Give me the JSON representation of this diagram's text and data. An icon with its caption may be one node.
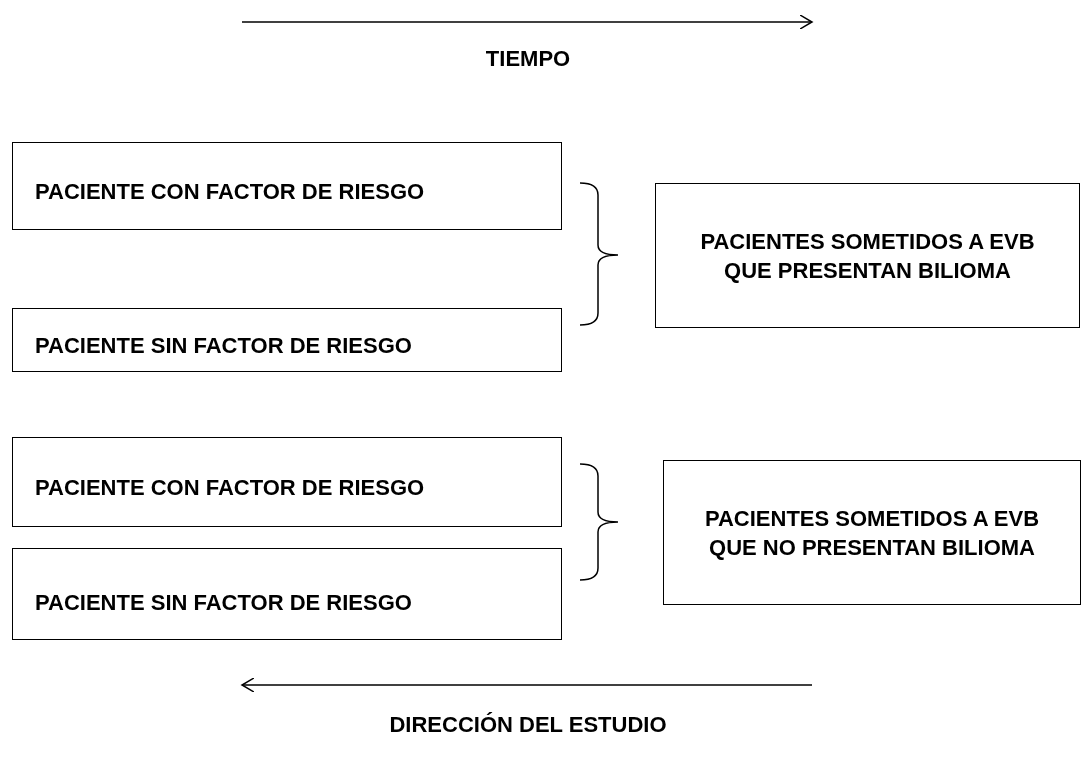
{
  "diagram": {
    "nodes": [
      {
        "text": [
          "PACIENTE CON FACTOR DE RIESGO"
        ]
      },
      {
        "text": [
          "PACIENTE SIN FACTOR DE RIESGO"
        ]
      },
      {
        "text": [
          "PACIENTES SOMETIDOS A EVB QUE PRESENTAN BILIOMA"
        ]
      },
      {
        "text": [
          "PACIENTE CON FACTOR DE RIESGO"
        ]
      },
      {
        "text": [
          "PACIENTE SIN FACTOR DE RIESGO"
        ]
      },
      {
        "text": [
          "PACIENTES SOMETIDOS A EVB QUE NO PRESENTAN BILIOMA"
        ]
      }
    ],
    "labels": [
      "TIEMPO",
      "DIRECCIÓN DEL ESTUDIO"
    ]
  }
}
